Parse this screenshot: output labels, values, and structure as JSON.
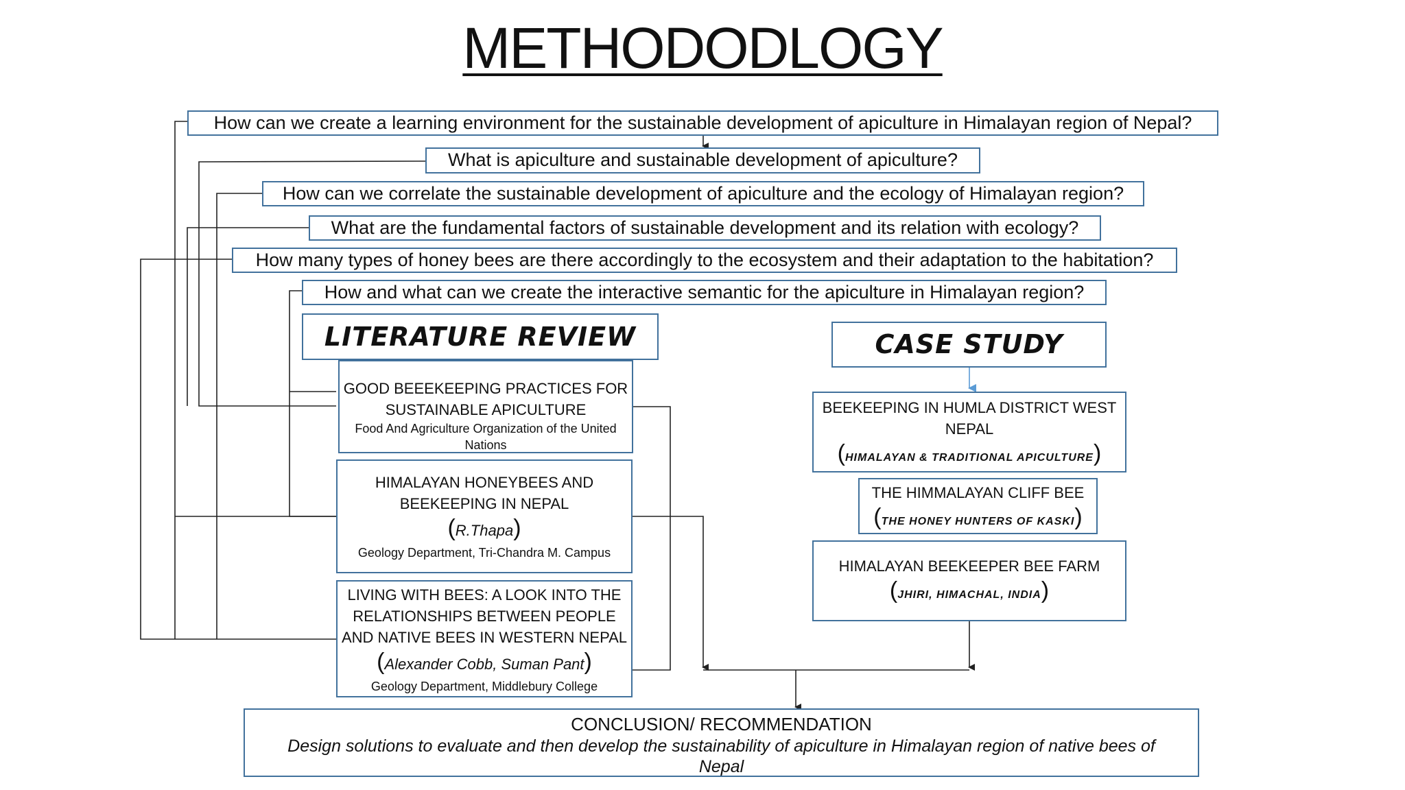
{
  "title": "METHODODLOGY",
  "questions": [
    "How can we create a learning environment for the sustainable development of apiculture in Himalayan region of Nepal?",
    "What is apiculture and sustainable development of apiculture?",
    "How can we correlate the sustainable development of apiculture and the ecology of Himalayan region?",
    "What are the fundamental factors of sustainable development and its relation with ecology?",
    "How many types of honey bees are there accordingly to the ecosystem and their adaptation to the habitation?",
    "How and what can we create the interactive semantic for the apiculture in Himalayan region?"
  ],
  "literature_review": {
    "heading": "LITERATURE REVIEW",
    "items": [
      {
        "title": "GOOD BEEEKEEPING PRACTICES FOR SUSTAINABLE APICULTURE",
        "author": "",
        "source": "Food And Agriculture Organization of the United Nations"
      },
      {
        "title": "HIMALAYAN HONEYBEES AND BEEKEEPING IN NEPAL",
        "author": "R.Thapa",
        "source": "Geology Department, Tri-Chandra M. Campus"
      },
      {
        "title": "LIVING WITH BEES: A LOOK INTO THE RELATIONSHIPS BETWEEN PEOPLE AND NATIVE BEES IN WESTERN NEPAL",
        "author": "Alexander Cobb, Suman Pant",
        "source": "Geology Department, Middlebury College"
      }
    ]
  },
  "case_study": {
    "heading": "CASE STUDY",
    "items": [
      {
        "title": "BEEKEEPING IN HUMLA DISTRICT WEST NEPAL",
        "note": "HIMALAYAN & TRADITIONAL APICULTURE"
      },
      {
        "title": "THE HIMMALAYAN CLIFF BEE",
        "note": "THE HONEY HUNTERS OF KASKI"
      },
      {
        "title": "HIMALAYAN BEEKEEPER BEE FARM",
        "note": "JHIRI, HIMACHAL, INDIA"
      }
    ]
  },
  "conclusion": {
    "heading": "CONCLUSION/ RECOMMENDATION",
    "text": "Design solutions to evaluate and then develop the sustainability of apiculture in Himalayan region of native bees of Nepal"
  },
  "colors": {
    "box_border": "#41719c",
    "connector": "#222222",
    "case_arrow": "#5b9bd5"
  }
}
